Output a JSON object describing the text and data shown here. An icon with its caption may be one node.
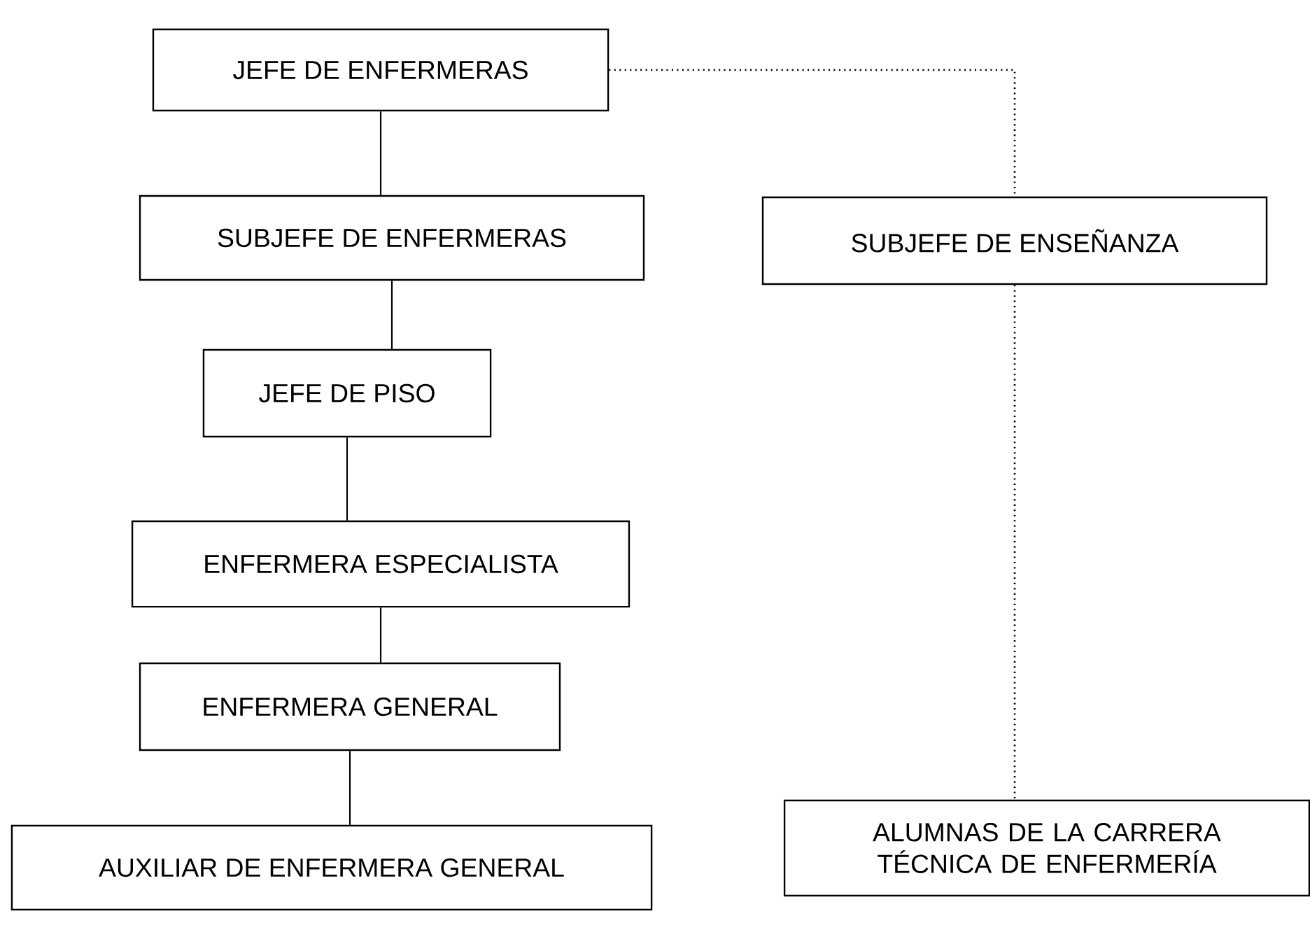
{
  "diagram": {
    "nodes": [
      {
        "text": [
          "JEFE DE ENFERMERAS"
        ]
      },
      {
        "text": [
          "SUBJEFE DE ENFERMERAS"
        ]
      },
      {
        "text": [
          "JEFE DE PISO"
        ]
      },
      {
        "text": [
          "ENFERMERA ESPECIALISTA"
        ]
      },
      {
        "text": [
          "ENFERMERA GENERAL"
        ]
      },
      {
        "text": [
          "AUXILIAR DE ENFERMERA GENERAL"
        ]
      },
      {
        "text": [
          "SUBJEFE DE ENSEÑANZA"
        ]
      },
      {
        "text": [
          "ALUMNAS DE LA CARRERA TÉCNICA DE ENFERMERÍA"
        ]
      }
    ],
    "edges": [
      {
        "from": 0,
        "to": 1,
        "arrow": "none"
      },
      {
        "from": 1,
        "to": 2,
        "arrow": "none"
      },
      {
        "from": 2,
        "to": 3,
        "arrow": "none"
      },
      {
        "from": 3,
        "to": 4,
        "arrow": "none"
      },
      {
        "from": 4,
        "to": 5,
        "arrow": "none"
      },
      {
        "from": 0,
        "to": 6,
        "arrow": "none",
        "style": "dashed"
      },
      {
        "from": 6,
        "to": 7,
        "arrow": "none",
        "style": "dashed"
      }
    ]
  }
}
